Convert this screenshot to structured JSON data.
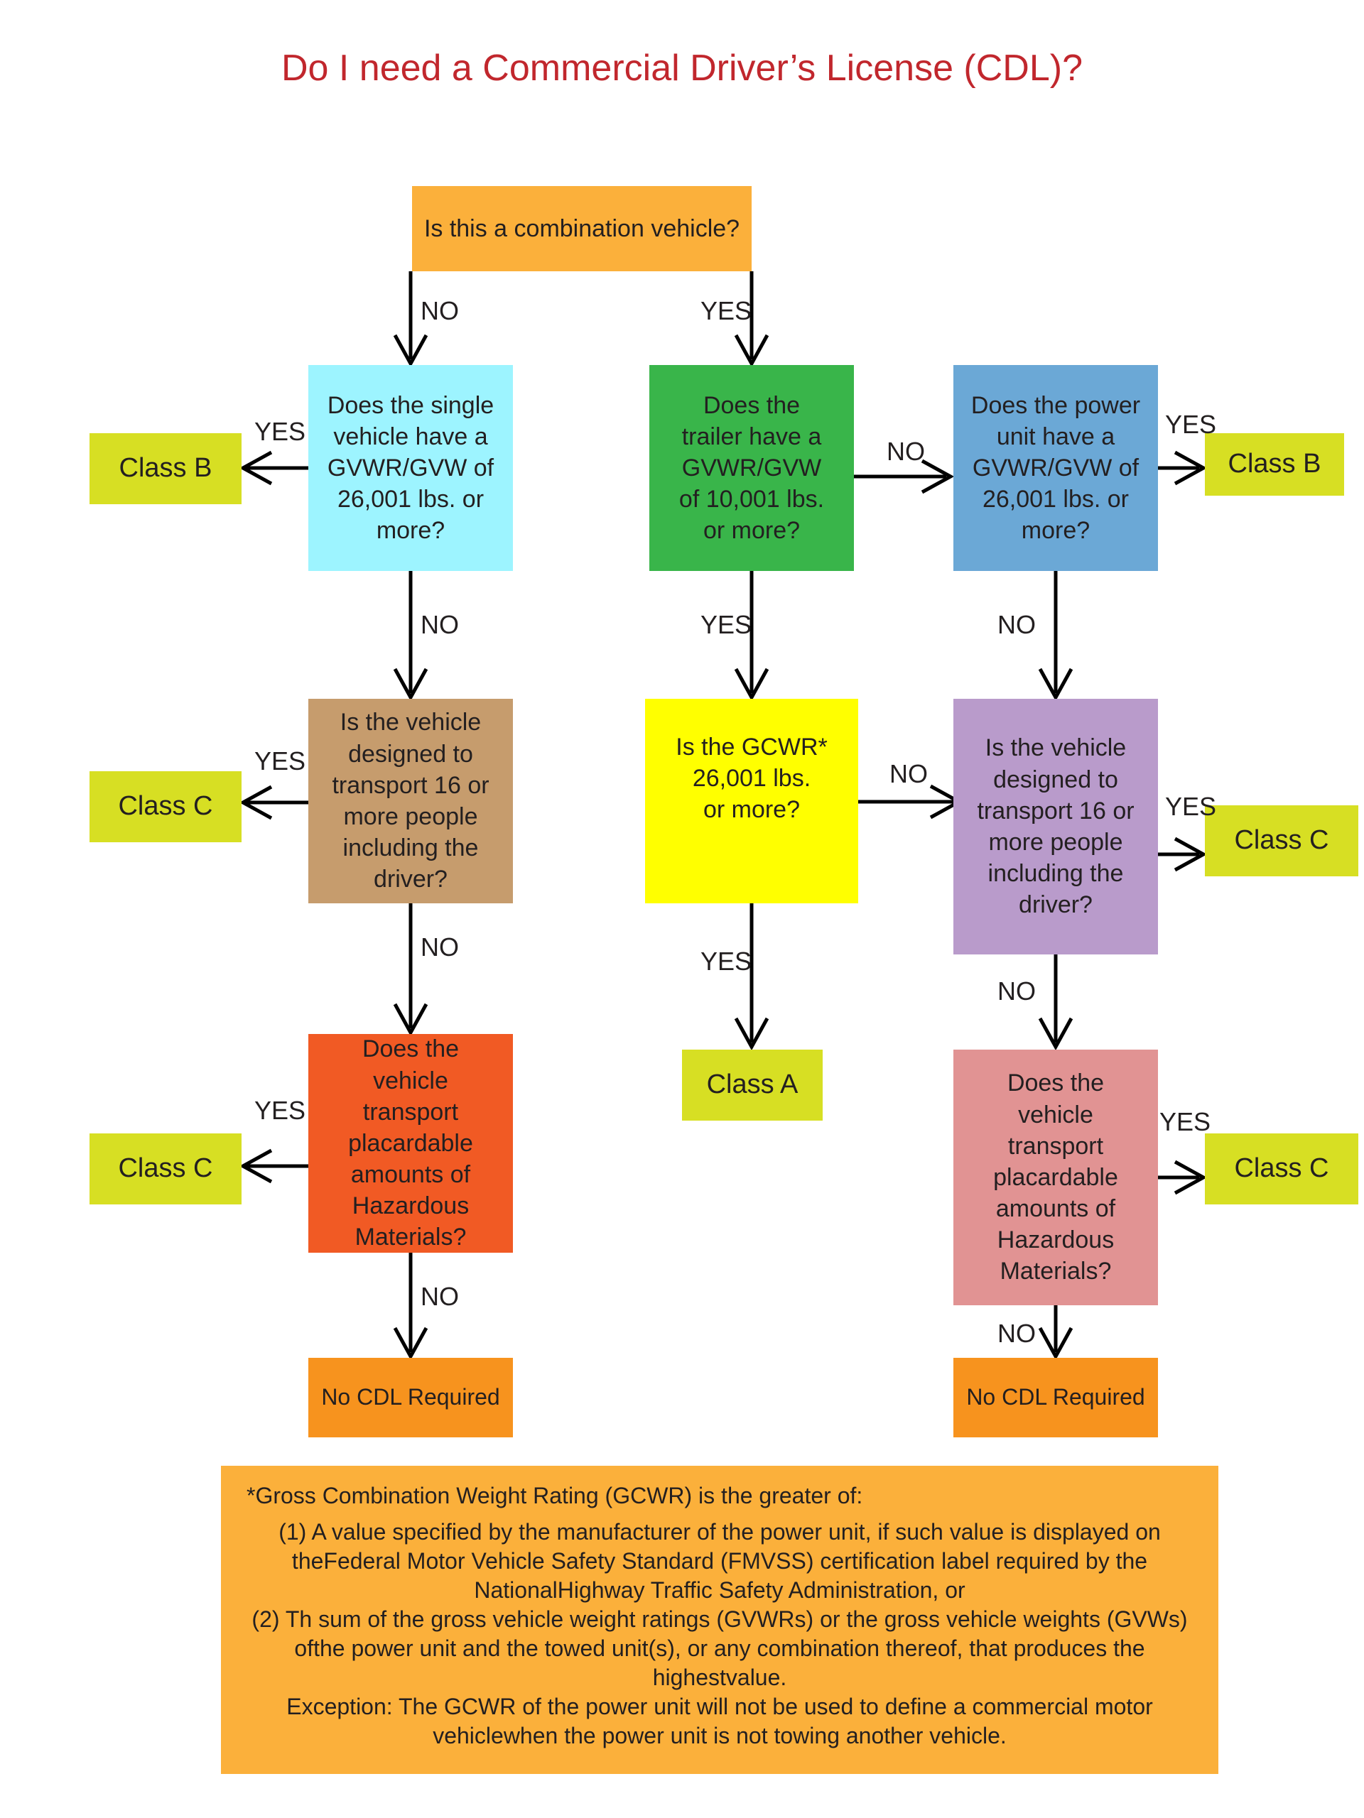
{
  "title": "Do I need a Commercial Driver’s License (CDL)?",
  "colors": {
    "title": "#c1272d",
    "start": "#fbb03b",
    "single_vehicle": "#9df4ff",
    "trailer": "#39b54a",
    "power_unit": "#6ba8d6",
    "passengers_left": "#c69c6d",
    "gcwr": "#ffff00",
    "passengers_right": "#b99bcb",
    "hazmat_left": "#f15a24",
    "hazmat_right": "#e19393",
    "class_result": "#d7df23",
    "no_cdl": "#f7931e",
    "footnote": "#fbb03b"
  },
  "nodes": {
    "start": "Is this a combination vehicle?",
    "single_vehicle": [
      "Does the single",
      "vehicle have a",
      "GVWR/GVW of",
      "26,001 lbs. or",
      "more?"
    ],
    "trailer": [
      "Does the",
      "trailer have a",
      "GVWR/GVW",
      "of 10,001 lbs.",
      "or more?"
    ],
    "power_unit": [
      "Does the power",
      "unit have a",
      "GVWR/GVW of",
      "26,001 lbs. or",
      "more?"
    ],
    "passengers_left": [
      "Is the vehicle",
      "designed to",
      "transport 16 or",
      "more people",
      "including the",
      "driver?"
    ],
    "gcwr": [
      "Is the GCWR*",
      "26,001 lbs.",
      "or more?"
    ],
    "passengers_right": [
      "Is the vehicle",
      "designed to",
      "transport 16 or",
      "more people",
      "including the",
      "driver?"
    ],
    "hazmat_left": [
      "Does the",
      "vehicle",
      "transport",
      "placardable",
      "amounts of",
      "Hazardous",
      "Materials?"
    ],
    "hazmat_right": [
      "Does the",
      "vehicle",
      "transport",
      "placardable",
      "amounts of",
      "Hazardous",
      "Materials?"
    ]
  },
  "results": {
    "left_class_b": "Class B",
    "right_class_b": "Class B",
    "left_class_c_passengers": "Class C",
    "right_class_c_passengers": "Class C",
    "class_a": "Class A",
    "left_class_c_hazmat": "Class C",
    "right_class_c_hazmat": "Class C",
    "left_no_cdl": "No CDL Required",
    "right_no_cdl": "No CDL Required"
  },
  "edge_labels": {
    "start_no": "NO",
    "start_yes": "YES",
    "single_yes": "YES",
    "single_no": "NO",
    "trailer_no": "NO",
    "trailer_yes": "YES",
    "power_yes": "YES",
    "power_no": "NO",
    "pass_left_yes": "YES",
    "pass_left_no": "NO",
    "gcwr_no": "NO",
    "gcwr_yes": "YES",
    "pass_right_yes": "YES",
    "pass_right_no": "NO",
    "haz_left_yes": "YES",
    "haz_left_no": "NO",
    "haz_right_yes": "YES",
    "haz_right_no": "NO"
  },
  "footnote": {
    "intro": "*Gross Combination Weight Rating (GCWR) is the greater of:",
    "item1_lines": [
      "(1) A value specified by the manufacturer of the power unit, if such value is displayed on the",
      "Federal Motor Vehicle Safety Standard (FMVSS) certification label required by the National",
      "Highway Traffic Safety Administration, or"
    ],
    "item2_lines": [
      "(2) Th sum of the gross vehicle weight ratings (GVWRs) or the gross vehicle weights (GVWs) of",
      "the power unit and the towed unit(s), or any combination thereof, that produces the highest",
      "value."
    ],
    "exception_lines": [
      "Exception: The GCWR of the power unit will not be used to define a commercial motor vehicle",
      "when the power unit is not towing another vehicle."
    ]
  }
}
